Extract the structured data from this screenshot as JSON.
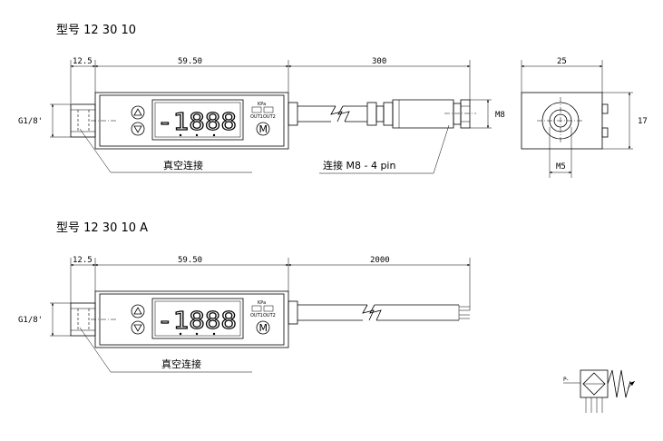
{
  "models": [
    {
      "title": "型号 12 30 10",
      "dims": {
        "port": "12.5",
        "body": "59.50",
        "cable": "300",
        "thread": "G1/8'",
        "connector_thread": "M8"
      },
      "display": "-1888",
      "unit": "KPa",
      "out1": "OUT1",
      "out2": "OUT2",
      "button_m": "M",
      "callout_vacuum": "真空连接",
      "callout_connector": "连接 M8 - 4 pin"
    },
    {
      "title": "型号 12 30 10 A",
      "dims": {
        "port": "12.5",
        "body": "59.50",
        "cable": "2000",
        "thread": "G1/8'"
      },
      "display": "-1888",
      "unit": "KPa",
      "out1": "OUT1",
      "out2": "OUT2",
      "button_m": "M",
      "callout_vacuum": "真空连接"
    }
  ],
  "end_view": {
    "width": "25",
    "height": "17",
    "port": "M5"
  },
  "symbol": {
    "port_label": "P-"
  }
}
